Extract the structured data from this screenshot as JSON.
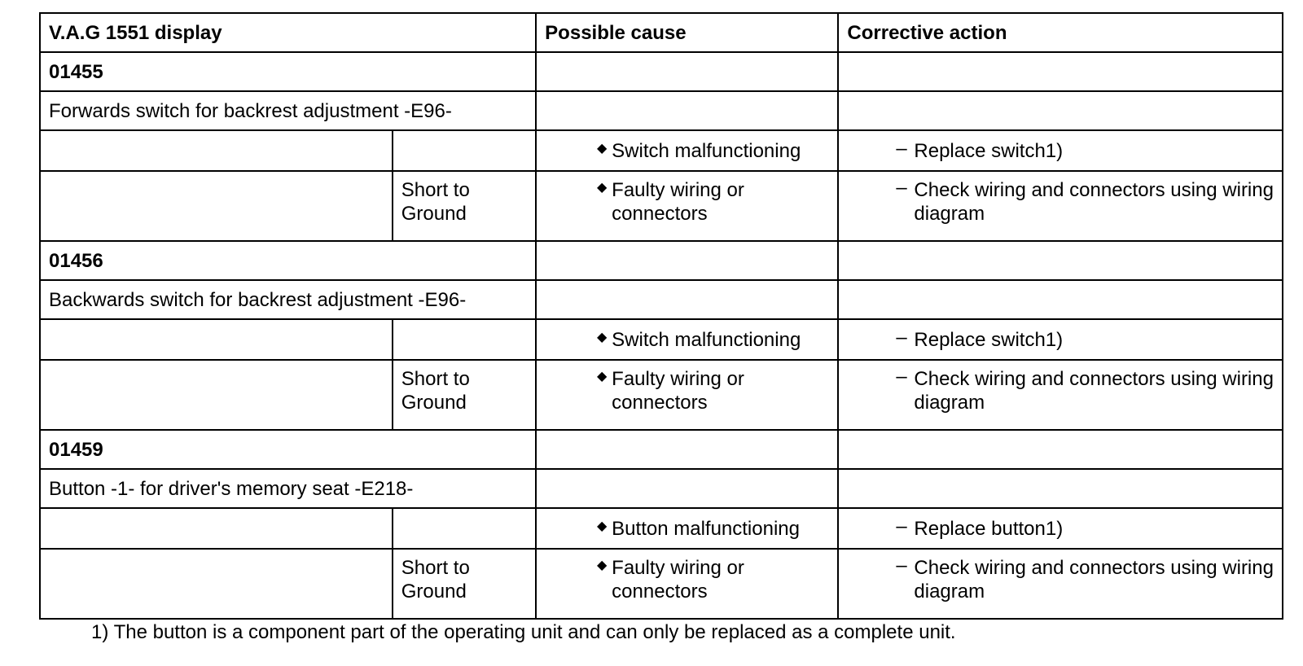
{
  "table": {
    "headers": {
      "display": "V.A.G 1551 display",
      "cause": "Possible cause",
      "action": "Corrective action"
    },
    "groups": [
      {
        "code": "01455",
        "component": "Forwards switch for backrest adjustment -E96-",
        "rows": [
          {
            "condition": "",
            "cause": "Switch malfunctioning",
            "action": "Replace switch1)"
          },
          {
            "condition": "Short to Ground",
            "cause": "Faulty wiring or connectors",
            "action": "Check wiring and connectors using wiring diagram"
          }
        ]
      },
      {
        "code": "01456",
        "component": "Backwards switch for backrest adjustment -E96-",
        "rows": [
          {
            "condition": "",
            "cause": "Switch malfunctioning",
            "action": "Replace switch1)"
          },
          {
            "condition": "Short to Ground",
            "cause": "Faulty wiring or connectors",
            "action": "Check wiring and connectors using wiring diagram"
          }
        ]
      },
      {
        "code": "01459",
        "component": "Button -1- for driver's memory seat -E218-",
        "rows": [
          {
            "condition": "",
            "cause": "Button malfunctioning",
            "action": "Replace button1)"
          },
          {
            "condition": "Short to Ground",
            "cause": "Faulty wiring or connectors",
            "action": "Check wiring and connectors using wiring diagram"
          }
        ]
      }
    ]
  },
  "footnote": "1) The button is a component part of the operating unit and can only be replaced as a complete unit."
}
